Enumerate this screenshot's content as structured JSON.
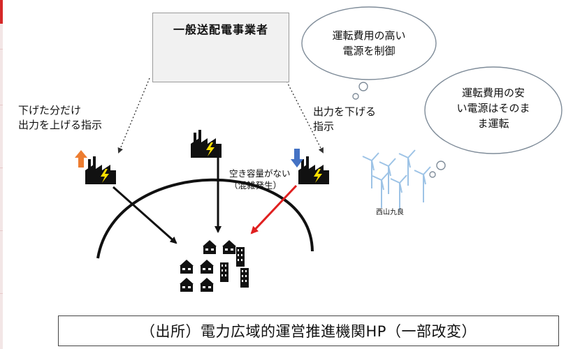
{
  "operator": {
    "title": "一般送配電事業者"
  },
  "labels": {
    "raise_instruction": "下げた分だけ\n出力を上げる指示",
    "lower_instruction": "出力を下げる\n指示",
    "congestion": "空き容量がない\n（混雑発生）",
    "wind_caption": "西山九良"
  },
  "clouds": {
    "expensive": "運転費用の高い\n電源を制御",
    "cheap": "運転費用の安\nい電源はそのま\nま運転"
  },
  "caption": "（出所）電力広域的運営推進機関HP（一部改変）",
  "colors": {
    "up_arrow": "#ed7d31",
    "down_arrow": "#4472c4",
    "congestion_arrow": "#e02020",
    "lightning": "#ffe000",
    "factory": "#111111",
    "wind": "#9dc3e6"
  },
  "icons": [
    "person-at-computer-icon",
    "factory-icon",
    "wind-turbine-icon",
    "house-icon",
    "building-icon"
  ]
}
